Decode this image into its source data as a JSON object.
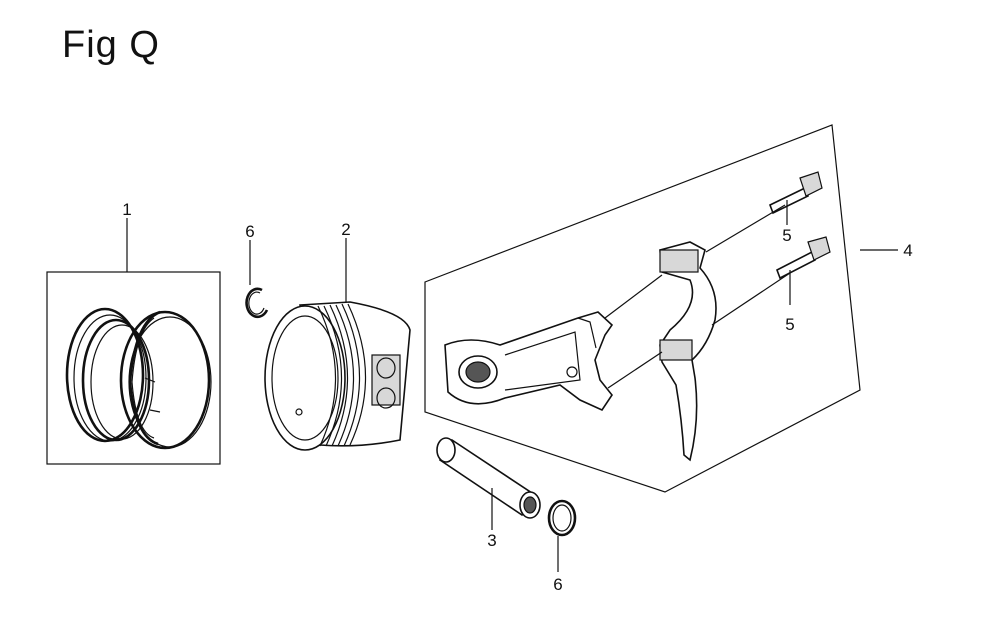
{
  "figure": {
    "title": "Fig Q"
  },
  "callouts": [
    {
      "id": "ring-set",
      "label": "1"
    },
    {
      "id": "piston",
      "label": "2"
    },
    {
      "id": "piston-pin",
      "label": "3"
    },
    {
      "id": "connecting-rod-assembly",
      "label": "4"
    },
    {
      "id": "rod-bolt-upper",
      "label": "5"
    },
    {
      "id": "rod-bolt-lower",
      "label": "5"
    },
    {
      "id": "pin-clip-left",
      "label": "6"
    },
    {
      "id": "pin-clip-bottom",
      "label": "6"
    }
  ],
  "parts": {
    "ring_set": {
      "icon": "piston-ring-set-icon"
    },
    "piston": {
      "icon": "piston-icon"
    },
    "piston_pin": {
      "icon": "piston-pin-icon"
    },
    "connecting_rod": {
      "icon": "connecting-rod-icon"
    },
    "rod_cap": {
      "icon": "rod-cap-icon"
    },
    "bolts": {
      "icon": "bolt-icon"
    },
    "clips": {
      "icon": "circlip-icon"
    }
  }
}
